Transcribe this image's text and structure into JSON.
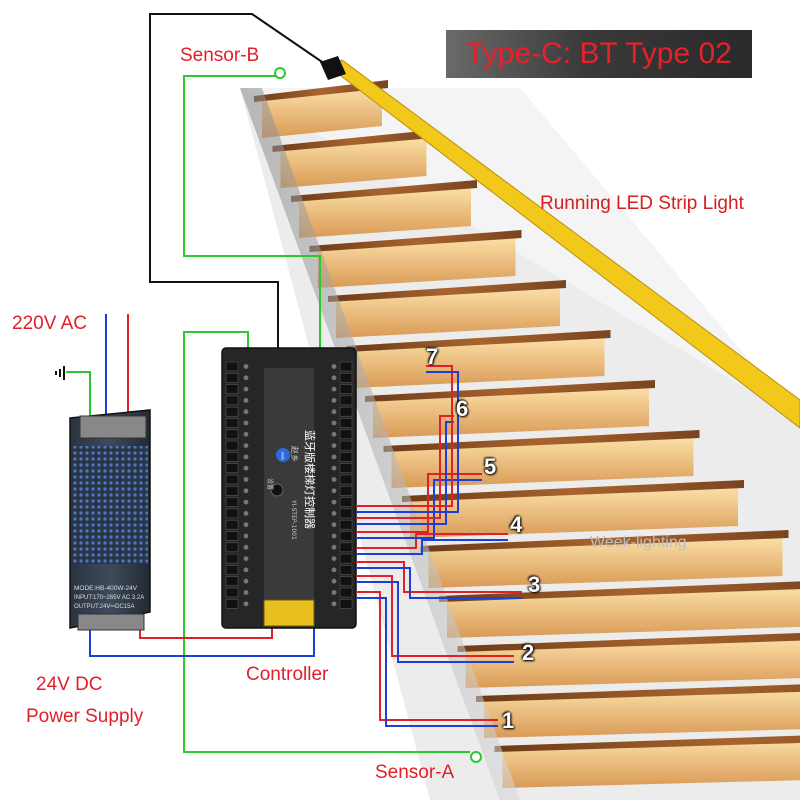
{
  "title": "Type-C: BT Type 02",
  "labels": {
    "sensor_b": "Sensor-B",
    "sensor_a": "Sensor-A",
    "ac_input": "220V AC",
    "controller": "Controller",
    "psu_line1": "24V DC",
    "psu_line2": "Power Supply",
    "strip": "Running LED Strip Light",
    "watermark": "Week-lighting"
  },
  "steps": [
    "1",
    "2",
    "3",
    "4",
    "5",
    "6",
    "7"
  ],
  "controller_text": {
    "chinese_title": "蓝牙版楼梯灯控制器",
    "brand": "赵乡",
    "model": "YI-STEP-1001",
    "set_label": "设置"
  },
  "psu_text": {
    "model": "MODE:HB-400W-24V",
    "input": "INPUT:170~265V AC 3.2A",
    "output": "OUTPUT:24V⎓DC15A"
  },
  "colors": {
    "title": "#e8202a",
    "label": "#e0202a",
    "wire_red": "#e0202a",
    "wire_blue": "#1e3ed8",
    "wire_green": "#2ec82e",
    "wire_black": "#111111",
    "led_strip": "#f2c81a"
  }
}
